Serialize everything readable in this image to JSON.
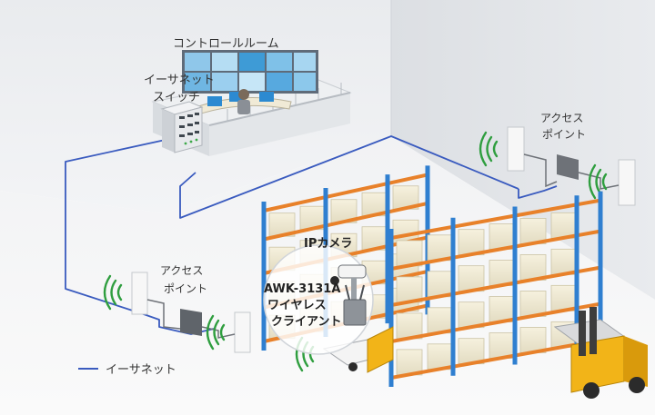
{
  "labels": {
    "control_room": "コントロールルーム",
    "ethernet_switch_line1": "イーサネット",
    "ethernet_switch_line2": "スイッチ",
    "access_point_right_line1": "アクセス",
    "access_point_right_line2": "ポイント",
    "access_point_left_line1": "アクセス",
    "access_point_left_line2": "ポイント",
    "ip_camera": "IPカメラ",
    "awk_line1": "AWK-3131A",
    "awk_line2": "ワイヤレス",
    "awk_line3": "クライアント"
  },
  "legend": {
    "ethernet": "イーサネット"
  },
  "colors": {
    "ethernet_line": "#3a5bbf",
    "rack_blue": "#2f7fd0",
    "beam_orange": "#e8812a",
    "box": "#efe9d4",
    "wifi_green": "#2f9e3f",
    "forklift_yellow": "#f2b418"
  }
}
